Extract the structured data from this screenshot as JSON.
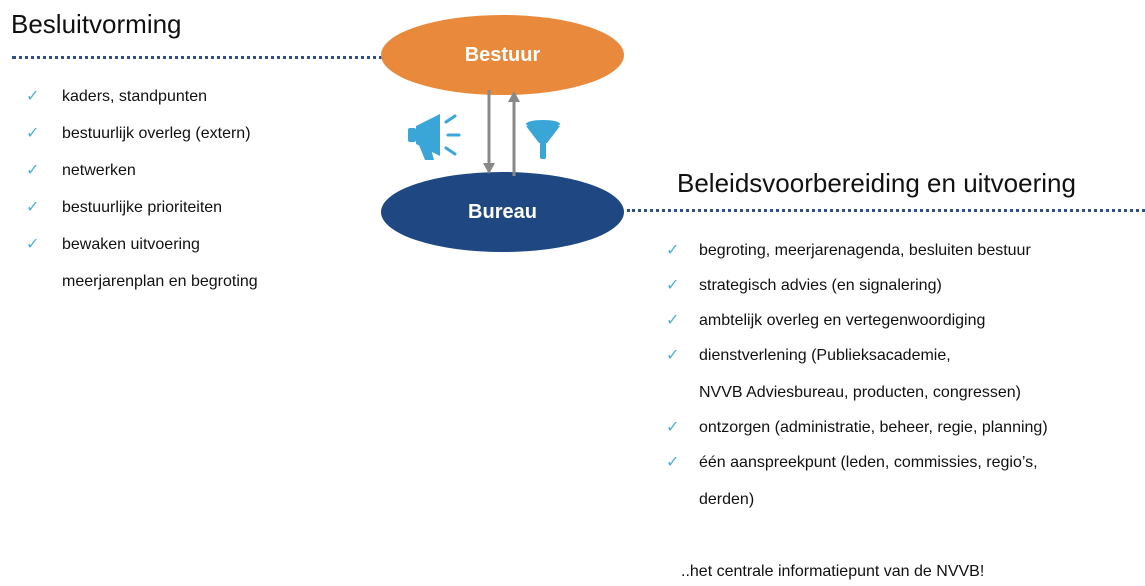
{
  "left": {
    "heading": "Besluitvorming",
    "items": [
      {
        "text": "kaders, standpunten"
      },
      {
        "text": "bestuurlijk overleg (extern)"
      },
      {
        "text": "netwerken"
      },
      {
        "text": "bestuurlijke prioriteiten"
      },
      {
        "text": "bewaken uitvoering",
        "text2": "meerjarenplan en begroting"
      }
    ]
  },
  "nodes": {
    "top": "Bestuur",
    "bottom": "Bureau"
  },
  "right": {
    "heading": "Beleidsvoorbereiding en uitvoering",
    "items": [
      {
        "text": "begroting, meerjarenagenda, besluiten bestuur"
      },
      {
        "text": "strategisch advies (en signalering)"
      },
      {
        "text": "ambtelijk overleg en vertegenwoordiging"
      },
      {
        "text": "dienstverlening (Publieksacademie,",
        "text2": "NVVB Adviesbureau, producten, congressen)"
      },
      {
        "text": "ontzorgen (administratie, beheer, regie, planning)"
      },
      {
        "text": "één aanspreekpunt (leden, commissies, regio’s,",
        "text2": "derden)"
      }
    ],
    "footnote": "..het centrale informatiepunt van de NVVB!"
  },
  "icons": {
    "check": "checkmark-icon",
    "megaphone": "megaphone-icon",
    "filter": "filter-funnel-icon"
  },
  "colors": {
    "bestuur": "#e8893c",
    "bureau": "#1f4883",
    "divider": "#2e4f8c",
    "check": "#4fb0dd",
    "icon": "#3aa6d8",
    "arrow": "#888888"
  }
}
